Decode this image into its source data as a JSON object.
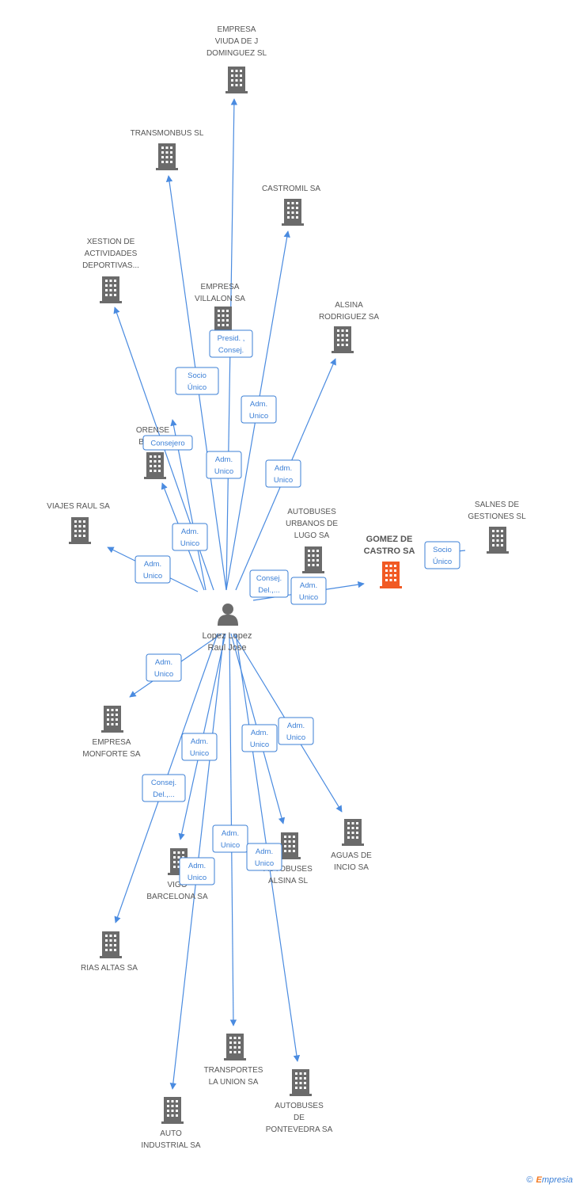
{
  "person": {
    "label_lines": [
      "Lopez Lopez",
      "Raul Jose"
    ],
    "icon": "person-icon"
  },
  "colors": {
    "edge": "#4a8be0",
    "building": "#6b6b6b",
    "main_building": "#f15a24",
    "label": "#555555"
  },
  "companies": [
    {
      "id": "viuda",
      "lines": [
        "EMPRESA",
        "VIUDA DE J",
        "DOMINGUEZ SL"
      ],
      "icon": "building-icon"
    },
    {
      "id": "transmonbus",
      "lines": [
        "TRANSMONBUS SL"
      ],
      "icon": "building-icon"
    },
    {
      "id": "castromil",
      "lines": [
        "CASTROMIL SA"
      ],
      "icon": "building-icon"
    },
    {
      "id": "xestion",
      "lines": [
        "XESTION DE",
        "ACTIVIDADES",
        "DEPORTIVAS..."
      ],
      "icon": "building-icon"
    },
    {
      "id": "villalon",
      "lines": [
        "EMPRESA",
        "VILLALON SA"
      ],
      "icon": "building-icon"
    },
    {
      "id": "alsina_rod",
      "lines": [
        "ALSINA",
        "RODRIGUEZ SA"
      ],
      "icon": "building-icon"
    },
    {
      "id": "orense",
      "lines": [
        "ORENSE",
        "BENA..."
      ],
      "icon": "building-icon"
    },
    {
      "id": "viajes",
      "lines": [
        "VIAJES RAUL SA"
      ],
      "icon": "building-icon"
    },
    {
      "id": "urbanos",
      "lines": [
        "AUTOBUSES",
        "URBANOS DE",
        "LUGO SA"
      ],
      "icon": "building-icon"
    },
    {
      "id": "gomez",
      "lines": [
        "GOMEZ DE",
        "CASTRO SA"
      ],
      "icon": "building-icon",
      "main": true
    },
    {
      "id": "salnes",
      "lines": [
        "SALNES DE",
        "GESTIONES  SL"
      ],
      "icon": "building-icon"
    },
    {
      "id": "monforte",
      "lines": [
        "EMPRESA",
        "MONFORTE SA"
      ],
      "icon": "building-icon"
    },
    {
      "id": "aguas",
      "lines": [
        "AGUAS DE",
        "INCIO SA"
      ],
      "icon": "building-icon"
    },
    {
      "id": "alsina_sl",
      "lines": [
        "AUTOBUSES",
        "ALSINA SL"
      ],
      "icon": "building-icon"
    },
    {
      "id": "vigo",
      "lines": [
        "VIGO",
        "BARCELONA SA"
      ],
      "icon": "building-icon"
    },
    {
      "id": "rias",
      "lines": [
        "RIAS ALTAS SA"
      ],
      "icon": "building-icon"
    },
    {
      "id": "transportes",
      "lines": [
        "TRANSPORTES",
        "LA UNION SA"
      ],
      "icon": "building-icon"
    },
    {
      "id": "pontevedra",
      "lines": [
        "AUTOBUSES",
        "DE",
        "PONTEVEDRA SA"
      ],
      "icon": "building-icon"
    },
    {
      "id": "auto_ind",
      "lines": [
        "AUTO",
        "INDUSTRIAL SA"
      ],
      "icon": "building-icon"
    }
  ],
  "edge_labels": [
    {
      "id": "presid",
      "lines": [
        "Presid. ,",
        "Consej."
      ]
    },
    {
      "id": "socio1",
      "lines": [
        "Socio",
        "Único"
      ]
    },
    {
      "id": "adm_castromil",
      "lines": [
        "Adm.",
        "Unico"
      ]
    },
    {
      "id": "consejero",
      "lines": [
        "Consejero"
      ]
    },
    {
      "id": "adm_villalon",
      "lines": [
        "Adm.",
        "Unico"
      ]
    },
    {
      "id": "adm_alsina",
      "lines": [
        "Adm.",
        "Unico"
      ]
    },
    {
      "id": "adm_xestion",
      "lines": [
        "Adm.",
        "Unico"
      ]
    },
    {
      "id": "adm_viajes",
      "lines": [
        "Adm.",
        "Unico"
      ]
    },
    {
      "id": "consej_del_urbanos",
      "lines": [
        "Consej.",
        "Del.,..."
      ]
    },
    {
      "id": "adm_gomez",
      "lines": [
        "Adm.",
        "Unico"
      ]
    },
    {
      "id": "socio_salnes",
      "lines": [
        "Socio",
        "Único"
      ]
    },
    {
      "id": "adm_monforte",
      "lines": [
        "Adm.",
        "Unico"
      ]
    },
    {
      "id": "adm_alsina_sl",
      "lines": [
        "Adm.",
        "Unico"
      ]
    },
    {
      "id": "adm_aguas",
      "lines": [
        "Adm.",
        "Unico"
      ]
    },
    {
      "id": "adm_vigo",
      "lines": [
        "Adm.",
        "Unico"
      ]
    },
    {
      "id": "consej_del_rias",
      "lines": [
        "Consej.",
        "Del.,..."
      ]
    },
    {
      "id": "adm_transportes",
      "lines": [
        "Adm.",
        "Unico"
      ]
    },
    {
      "id": "adm_pontevedra",
      "lines": [
        "Adm.",
        "Unico"
      ]
    },
    {
      "id": "adm_auto",
      "lines": [
        "Adm.",
        "Unico"
      ]
    }
  ],
  "footer": {
    "copyright": "©",
    "brand_initial": "E",
    "brand_rest": "mpresia"
  }
}
